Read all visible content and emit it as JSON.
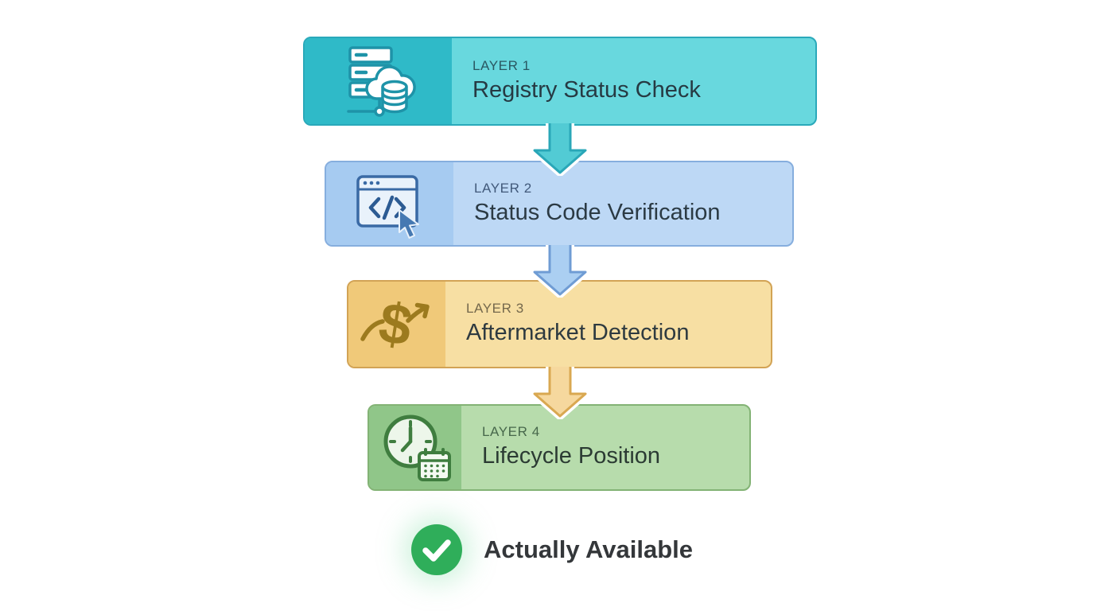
{
  "diagram": {
    "layers": [
      {
        "label": "LAYER 1",
        "title": "Registry Status Check",
        "icon": "server-cloud-database-icon",
        "colors": {
          "body": "#68d8de",
          "panel": "#2fbac8",
          "border": "#2aa9ba",
          "label": "#2a5862",
          "title": "#263a43"
        }
      },
      {
        "label": "LAYER 2",
        "title": "Status Code Verification",
        "icon": "browser-code-cursor-icon",
        "colors": {
          "body": "#bdd8f5",
          "panel": "#a6cbf1",
          "border": "#86aede",
          "label": "#41597a",
          "title": "#2b3a44"
        }
      },
      {
        "label": "LAYER 3",
        "title": "Aftermarket Detection",
        "icon": "dollar-trend-icon",
        "colors": {
          "body": "#f7dfa3",
          "panel": "#f0c979",
          "border": "#d2a355",
          "label": "#74684c",
          "title": "#2e3a40"
        }
      },
      {
        "label": "LAYER 4",
        "title": "Lifecycle Position",
        "icon": "clock-calendar-icon",
        "colors": {
          "body": "#b7dcac",
          "panel": "#90c689",
          "border": "#83b375",
          "label": "#47684b",
          "title": "#2b3b33"
        }
      }
    ],
    "arrows": [
      {
        "name": "flow-arrow-1",
        "fill": "#52cbd4",
        "stroke": "#2aa7b8"
      },
      {
        "name": "flow-arrow-2",
        "fill": "#abcff2",
        "stroke": "#6f9cd4"
      },
      {
        "name": "flow-arrow-3",
        "fill": "#f6d89e",
        "stroke": "#d9a851"
      }
    ],
    "result": {
      "label": "Actually Available",
      "icon": "check-circle-icon",
      "colors": {
        "circle": "#2fae5a",
        "rlabel": "#34373a"
      }
    }
  }
}
